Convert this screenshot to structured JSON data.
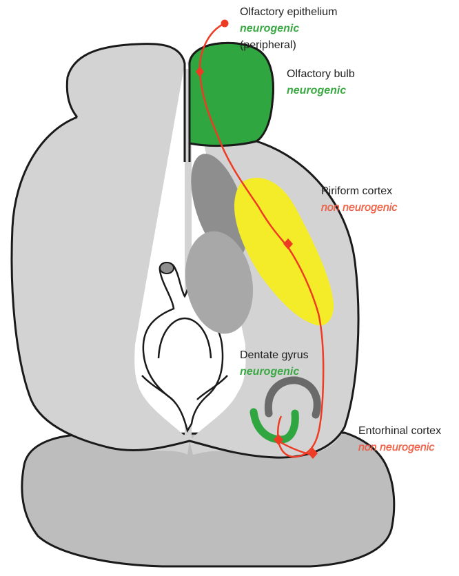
{
  "colors": {
    "brain_fill": "#d3d3d3",
    "cerebellum_fill": "#bdbdbd",
    "outline": "#1a1a1a",
    "neurogenic_region": "#2fa640",
    "piriform_region": "#f4ec28",
    "dark_structure": "#8e8e8e",
    "mid_structure": "#a8a8a8",
    "pathway": "#ee3b23",
    "neurogenic_text": "#3aa843",
    "non_neurogenic_text": "#f26b4d",
    "label_text": "#222222"
  },
  "labels": {
    "olfactory_epithelium": {
      "name": "Olfactory epithelium",
      "status": "neurogenic",
      "extra": "(peripheral)",
      "icon": "neurogenic-status"
    },
    "olfactory_bulb": {
      "name": "Olfactory bulb",
      "status": "neurogenic"
    },
    "piriform_cortex": {
      "name": "Piriform cortex",
      "status": "non neurogenic"
    },
    "dentate_gyrus": {
      "name": "Dentate gyrus",
      "status": "neurogenic"
    },
    "entorhinal_cortex": {
      "name": "Entorhinal cortex",
      "status": "non neurogenic"
    }
  }
}
